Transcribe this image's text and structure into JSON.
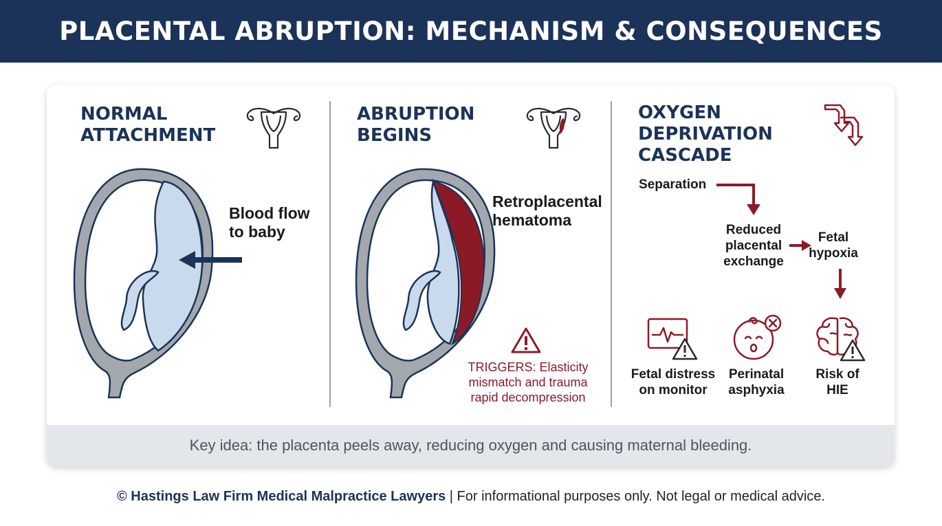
{
  "header": {
    "title": "PLACENTAL ABRUPTION: MECHANISM & CONSEQUENCES"
  },
  "panel_normal": {
    "title_line1": "NORMAL",
    "title_line2": "ATTACHMENT",
    "label_line1": "Blood flow",
    "label_line2": "to baby"
  },
  "panel_abruption": {
    "title_line1": "ABRUPTION",
    "title_line2": "BEGINS",
    "hematoma_line1": "Retroplacental",
    "hematoma_line2": "hematoma",
    "triggers_line1": "TRIGGERS: Elasticity",
    "triggers_line2": "mismatch and trauma",
    "triggers_line3": "rapid decompression"
  },
  "panel_cascade": {
    "title_line1": "OXYGEN",
    "title_line2": "DEPRIVATION",
    "title_line3": "CASCADE",
    "step_separation": "Separation",
    "step_reduced_line1": "Reduced",
    "step_reduced_line2": "placental",
    "step_reduced_line3": "exchange",
    "step_hypoxia_line1": "Fetal",
    "step_hypoxia_line2": "hypoxia",
    "outcomes": [
      {
        "line1": "Fetal distress",
        "line2": "on monitor",
        "icon": "monitor-warning-icon"
      },
      {
        "line1": "Perinatal",
        "line2": "asphyxia",
        "icon": "baby-face-icon"
      },
      {
        "line1": "Risk of",
        "line2": "HIE",
        "icon": "brain-warning-icon"
      }
    ]
  },
  "key_idea": "Key idea: the placenta peels away, reducing oxygen and causing maternal bleeding.",
  "credit": {
    "firm": "© Hastings Law Firm Medical Malpractice Lawyers",
    "disclaimer": " | For informational purposes only. Not legal or medical advice."
  },
  "colors": {
    "navy": "#1b3358",
    "maroon": "#8b1a26",
    "placenta_blue": "#c9daec",
    "uterus_gray": "#a2a8ae",
    "key_bar": "#e3e6ea"
  }
}
